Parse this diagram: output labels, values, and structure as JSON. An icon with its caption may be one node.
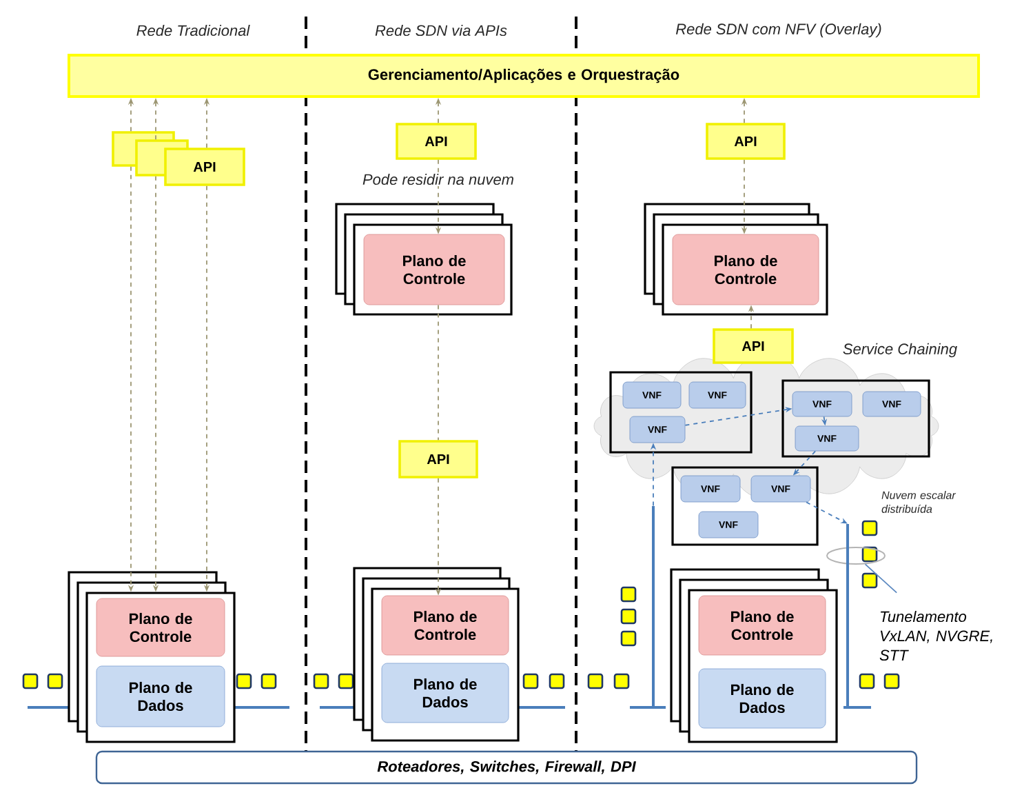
{
  "diagram": {
    "nodes": [
      {
        "text": [
          "Gerenciamento/Aplicações e Orquestração"
        ]
      },
      {
        "text": [],
        "shape": "box"
      },
      {
        "text": [],
        "shape": "box"
      },
      {
        "text": [
          "API"
        ]
      },
      {
        "text": [],
        "shape": "box"
      },
      {
        "text": [
          "Plano de Controle"
        ],
        "in": 4
      },
      {
        "text": [
          "Plano de Dados"
        ],
        "in": 4
      },
      {
        "text": [
          "API"
        ]
      },
      {
        "text": [],
        "shape": "box"
      },
      {
        "text": [
          "Plano de Controle"
        ],
        "in": 8
      },
      {
        "text": [
          "API"
        ]
      },
      {
        "text": [],
        "shape": "box"
      },
      {
        "text": [
          "Plano de Controle"
        ],
        "in": 11
      },
      {
        "text": [
          "Plano de Dados"
        ],
        "in": 11
      },
      {
        "text": [
          "API"
        ]
      },
      {
        "text": [],
        "shape": "box"
      },
      {
        "text": [
          "Plano de Controle"
        ],
        "in": 15
      },
      {
        "text": [
          "API"
        ]
      },
      {
        "text": [],
        "shape": "box"
      },
      {
        "text": [
          "VNF"
        ],
        "in": 18
      },
      {
        "text": [
          "VNF"
        ],
        "in": 18
      },
      {
        "text": [
          "VNF"
        ],
        "in": 18
      },
      {
        "text": [],
        "shape": "box"
      },
      {
        "text": [
          "VNF"
        ],
        "in": 22
      },
      {
        "text": [
          "VNF"
        ],
        "in": 22
      },
      {
        "text": [
          "VNF"
        ],
        "in": 22
      },
      {
        "text": [],
        "shape": "box"
      },
      {
        "text": [
          "VNF"
        ],
        "in": 26
      },
      {
        "text": [
          "VNF"
        ],
        "in": 26
      },
      {
        "text": [
          "VNF"
        ],
        "in": 26
      },
      {
        "text": [],
        "shape": "box"
      },
      {
        "text": [
          "Plano de Controle"
        ],
        "in": 30
      },
      {
        "text": [
          "Plano de Dados"
        ],
        "in": 30
      },
      {
        "text": [
          "Roteadores, Switches, Firewall, DPI"
        ]
      },
      {
        "text": [
          "Tunelamento VxLAN, NVGRE, STT"
        ]
      },
      {
        "text": [],
        "shape": "ellipse"
      },
      {
        "text": [],
        "shape": "bar"
      },
      {
        "text": [],
        "shape": "bar"
      }
    ],
    "edges": [
      {
        "from": 1,
        "to": 0,
        "arrow": "to",
        "style": "dashed"
      },
      {
        "from": 1,
        "to": 4,
        "arrow": "to",
        "style": "dashed"
      },
      {
        "from": 2,
        "to": 0,
        "arrow": "to",
        "style": "dashed"
      },
      {
        "from": 2,
        "to": 4,
        "arrow": "to",
        "style": "dashed"
      },
      {
        "from": 3,
        "to": 0,
        "arrow": "to",
        "style": "dashed"
      },
      {
        "from": 3,
        "to": 4,
        "arrow": "to",
        "style": "dashed"
      },
      {
        "from": 7,
        "to": 0,
        "arrow": "to",
        "style": "dashed"
      },
      {
        "from": 7,
        "to": 9,
        "arrow": "to",
        "style": "dashed"
      },
      {
        "from": 9,
        "to": 10,
        "arrow": "none",
        "style": "dashed"
      },
      {
        "from": 10,
        "to": 12,
        "arrow": "to",
        "style": "dashed"
      },
      {
        "from": 14,
        "to": 0,
        "arrow": "to",
        "style": "dashed"
      },
      {
        "from": 14,
        "to": 16,
        "arrow": "to",
        "style": "dashed"
      },
      {
        "from": 17,
        "to": 16,
        "arrow": "to",
        "style": "dashed"
      },
      {
        "from": 36,
        "to": 21,
        "arrow": "to",
        "style": "dashed",
        "color": "#4a7ebb"
      },
      {
        "from": 21,
        "to": 23,
        "arrow": "to",
        "style": "dashed",
        "color": "#4a7ebb"
      },
      {
        "from": 23,
        "to": 25,
        "arrow": "to",
        "style": "dashed",
        "color": "#4a7ebb"
      },
      {
        "from": 25,
        "to": 28,
        "arrow": "to",
        "style": "dashed",
        "color": "#4a7ebb"
      },
      {
        "from": 28,
        "to": 37,
        "arrow": "to",
        "style": "dashed",
        "color": "#4a7ebb"
      },
      {
        "from": 34,
        "to": 35,
        "arrow": "none",
        "color": "#5b88c0"
      }
    ],
    "labels": [
      "Rede Tradicional",
      "Rede SDN via APIs",
      "Rede SDN com NFV (Overlay)",
      "Pode residir na nuvem",
      "Service Chaining",
      "Nuvem escalar distribuída"
    ]
  }
}
